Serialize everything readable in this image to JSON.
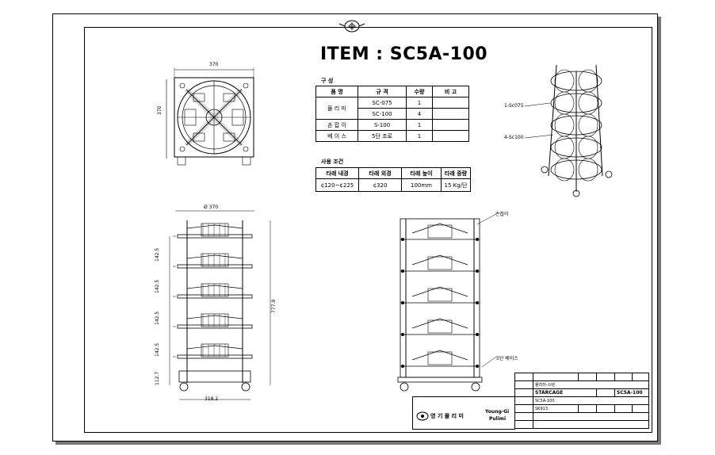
{
  "item_title": "ITEM : SC5A-100",
  "composition": {
    "heading": "구 성",
    "headers": [
      "품 명",
      "규 격",
      "수량",
      "비 고"
    ],
    "rows": [
      {
        "name": "몰 리 미",
        "spec": "SC-075",
        "qty": "1",
        "note": ""
      },
      {
        "name": "",
        "spec": "SC-100",
        "qty": "4",
        "note": ""
      },
      {
        "name": "손 잡 이",
        "spec": "S-100",
        "qty": "1",
        "note": ""
      },
      {
        "name": "베 이 스",
        "spec": "5단 조로",
        "qty": "1",
        "note": ""
      }
    ]
  },
  "usage": {
    "heading": "사용 조건",
    "headers": [
      "타래 내경",
      "타래 외경",
      "타래 높이",
      "타래 중량"
    ],
    "values": [
      "¢120~¢225",
      "¢320",
      "100mm",
      "15 Kg/단"
    ]
  },
  "dimensions": {
    "top_width": "370",
    "top_height": "370",
    "diameter": "Ø 370",
    "tiers": [
      "142.5",
      "142.5",
      "142.5",
      "142.5",
      "112.7"
    ],
    "total_height": "777.9",
    "base_width": "318.2"
  },
  "callouts": {
    "sc075": "1-Sc075",
    "sc100": "4-Sc100",
    "handle": "손잡이",
    "base": "5단 베이스"
  },
  "title_block": {
    "r1": [
      "",
      "",
      "",
      "",
      "",
      ""
    ],
    "r2_name": "몰리미-스텐",
    "r3_brand": "STARCAGE",
    "r3_code": "SC5A-100",
    "r4_model": "SC5A-100",
    "r5_cells": [
      "SK913",
      "",
      "",
      "",
      ""
    ],
    "company_name": "영 기 몰 리 미",
    "company_en_1": "Young-Gi",
    "company_en_2": "Pulimi"
  }
}
